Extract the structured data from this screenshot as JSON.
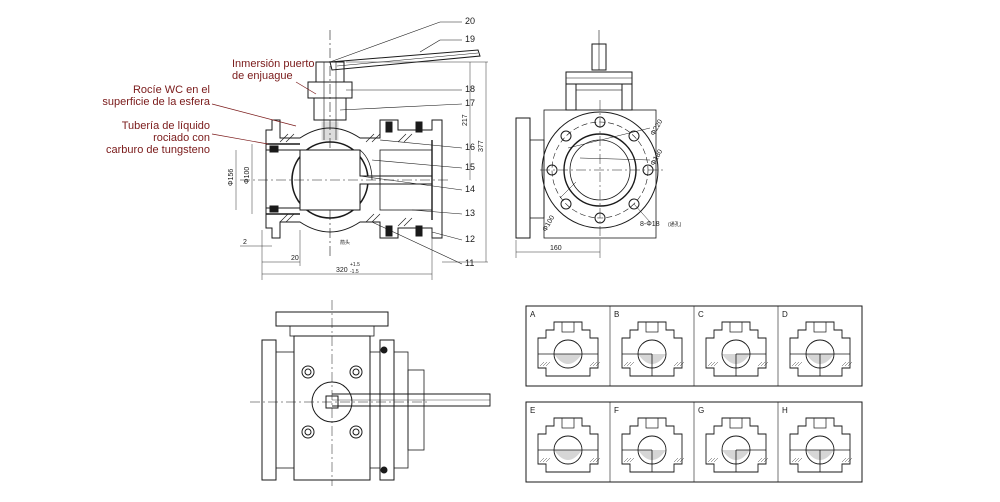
{
  "callouts": {
    "flush_port": [
      "Inmersión puerto",
      "de enjuague"
    ],
    "ball_spray": [
      "Rocíe WC en el",
      "superficie de la esfera"
    ],
    "pipe_spray": [
      "Tubería de líquido",
      "rociado con",
      "carburo de tungsteno"
    ]
  },
  "part_numbers": [
    "20",
    "19",
    "18",
    "17",
    "16",
    "15",
    "14",
    "13",
    "12",
    "11"
  ],
  "dims_section": {
    "d156": "Φ156",
    "d100": "Φ100",
    "height_217": "217",
    "height_377": "377",
    "width_2": "2",
    "width_20": "20",
    "length_320": "320",
    "tol_plus": "+1.5",
    "tol_minus": "-1.5",
    "flow_note": "箭头"
  },
  "dims_end": {
    "d220": "Φ220",
    "d180": "Φ180",
    "d100": "Φ100",
    "bolts": "8-Φ18",
    "bolts_note": "(通孔)",
    "width_160": "160"
  },
  "port_views": [
    "A",
    "B",
    "C",
    "D",
    "E",
    "F",
    "G",
    "H"
  ],
  "colors": {
    "line": "#1a1a1a",
    "callout": "#7a1a1a",
    "dim": "#333333"
  }
}
